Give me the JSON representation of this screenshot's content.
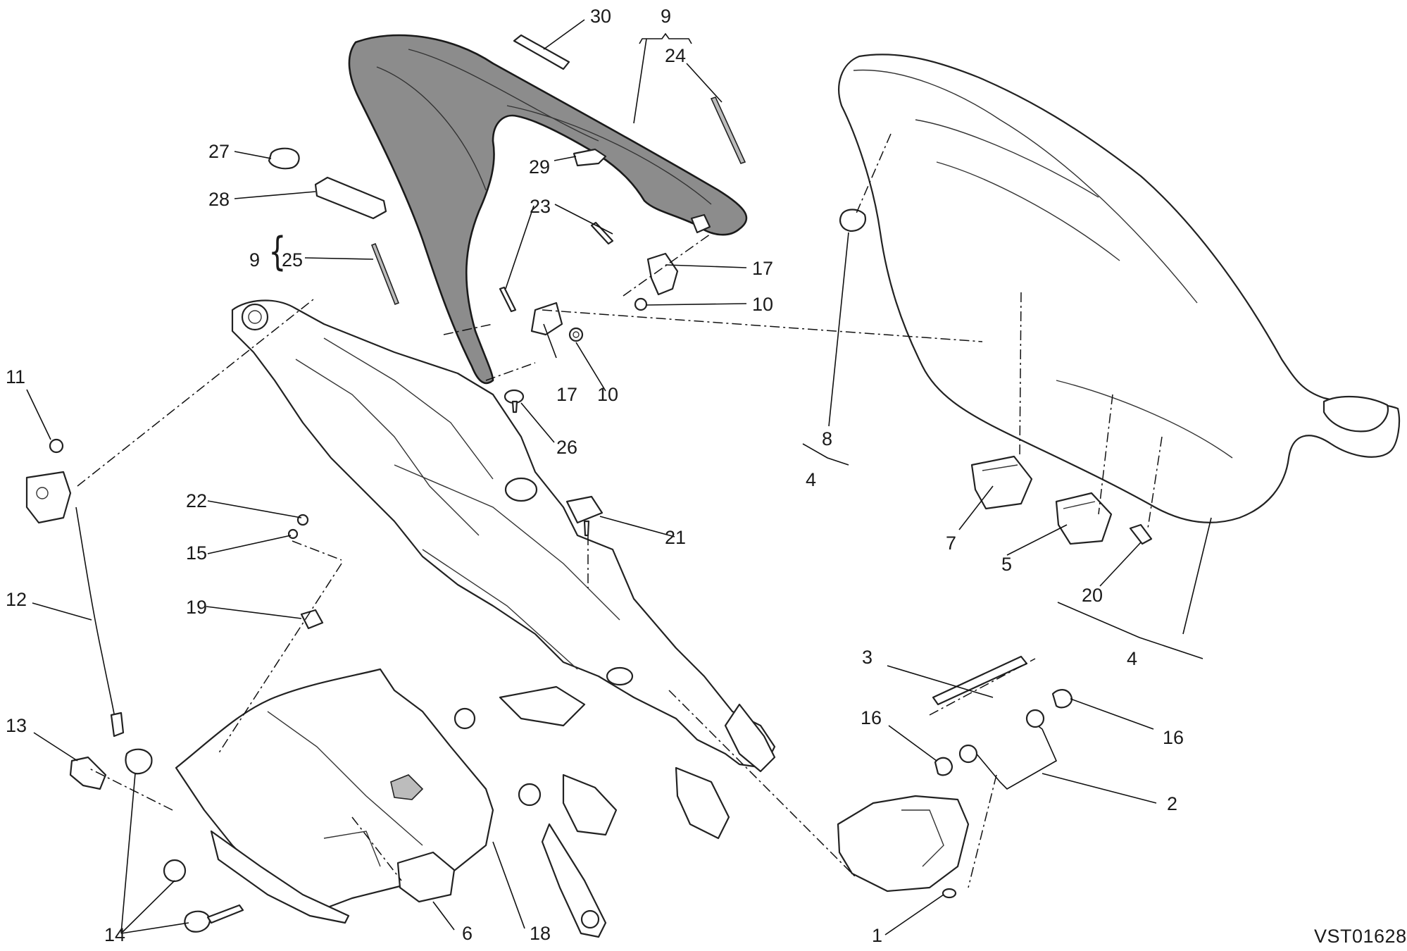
{
  "diagram": {
    "code": "VST01628",
    "callouts": [
      {
        "id": "c30",
        "text": "30"
      },
      {
        "id": "c9top",
        "text": "9"
      },
      {
        "id": "c24",
        "text": "24"
      },
      {
        "id": "c27",
        "text": "27"
      },
      {
        "id": "c28",
        "text": "28"
      },
      {
        "id": "c29",
        "text": "29"
      },
      {
        "id": "c23",
        "text": "23"
      },
      {
        "id": "c9left",
        "text": "9"
      },
      {
        "id": "c25",
        "text": "25"
      },
      {
        "id": "c17a",
        "text": "17"
      },
      {
        "id": "c10a",
        "text": "10"
      },
      {
        "id": "c17b",
        "text": "17"
      },
      {
        "id": "c10b",
        "text": "10"
      },
      {
        "id": "c26",
        "text": "26"
      },
      {
        "id": "c11",
        "text": "11"
      },
      {
        "id": "c22",
        "text": "22"
      },
      {
        "id": "c15",
        "text": "15"
      },
      {
        "id": "c12",
        "text": "12"
      },
      {
        "id": "c19",
        "text": "19"
      },
      {
        "id": "c21",
        "text": "21"
      },
      {
        "id": "c13",
        "text": "13"
      },
      {
        "id": "c14",
        "text": "14"
      },
      {
        "id": "c6",
        "text": "6"
      },
      {
        "id": "c18",
        "text": "18"
      },
      {
        "id": "c8",
        "text": "8"
      },
      {
        "id": "c4a",
        "text": "4"
      },
      {
        "id": "c7",
        "text": "7"
      },
      {
        "id": "c5",
        "text": "5"
      },
      {
        "id": "c20",
        "text": "20"
      },
      {
        "id": "c4b",
        "text": "4"
      },
      {
        "id": "c3",
        "text": "3"
      },
      {
        "id": "c16a",
        "text": "16"
      },
      {
        "id": "c16b",
        "text": "16"
      },
      {
        "id": "c2",
        "text": "2"
      },
      {
        "id": "c1",
        "text": "1"
      }
    ]
  }
}
